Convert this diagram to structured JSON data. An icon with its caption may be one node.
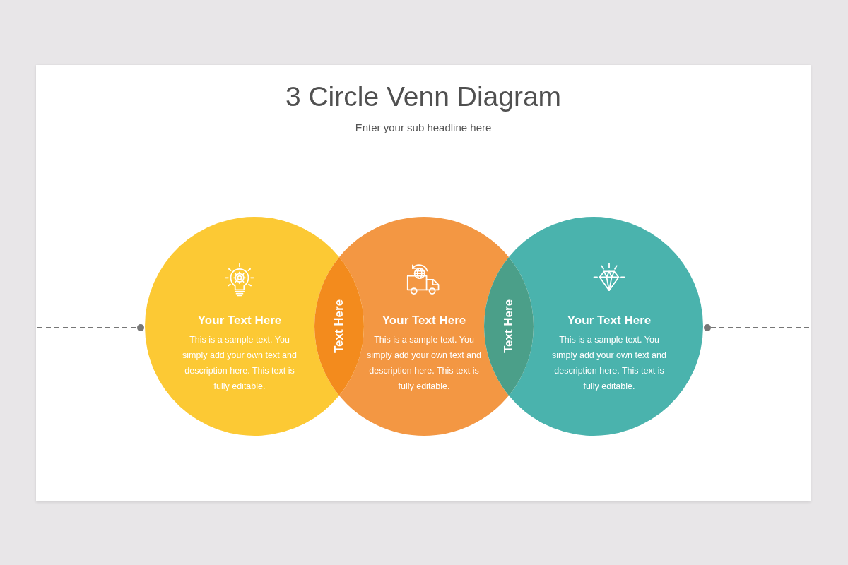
{
  "diagram": {
    "title": "3 Circle Venn Diagram",
    "nodes": [
      {
        "text": [
          "Your Text Here",
          "This is a sample text. You simply add your own text and description here. This text is fully editable."
        ]
      },
      {
        "text": [
          "Text Here"
        ]
      },
      {
        "text": [
          "Your Text Here",
          "This is a sample text. You simply add your own text and description here. This text is fully editable."
        ]
      },
      {
        "text": [
          "Text Here"
        ]
      },
      {
        "text": [
          "Your Text Here",
          "This is a sample text. You simply add your own text and description here. This text is fully editable."
        ]
      }
    ],
    "edges": [
      {
        "from": null,
        "to": 0,
        "arrow": "other",
        "style": "dashed"
      },
      {
        "from": null,
        "to": 4,
        "arrow": "other",
        "style": "dashed"
      }
    ],
    "labels": [
      "Enter your sub headline here"
    ]
  }
}
